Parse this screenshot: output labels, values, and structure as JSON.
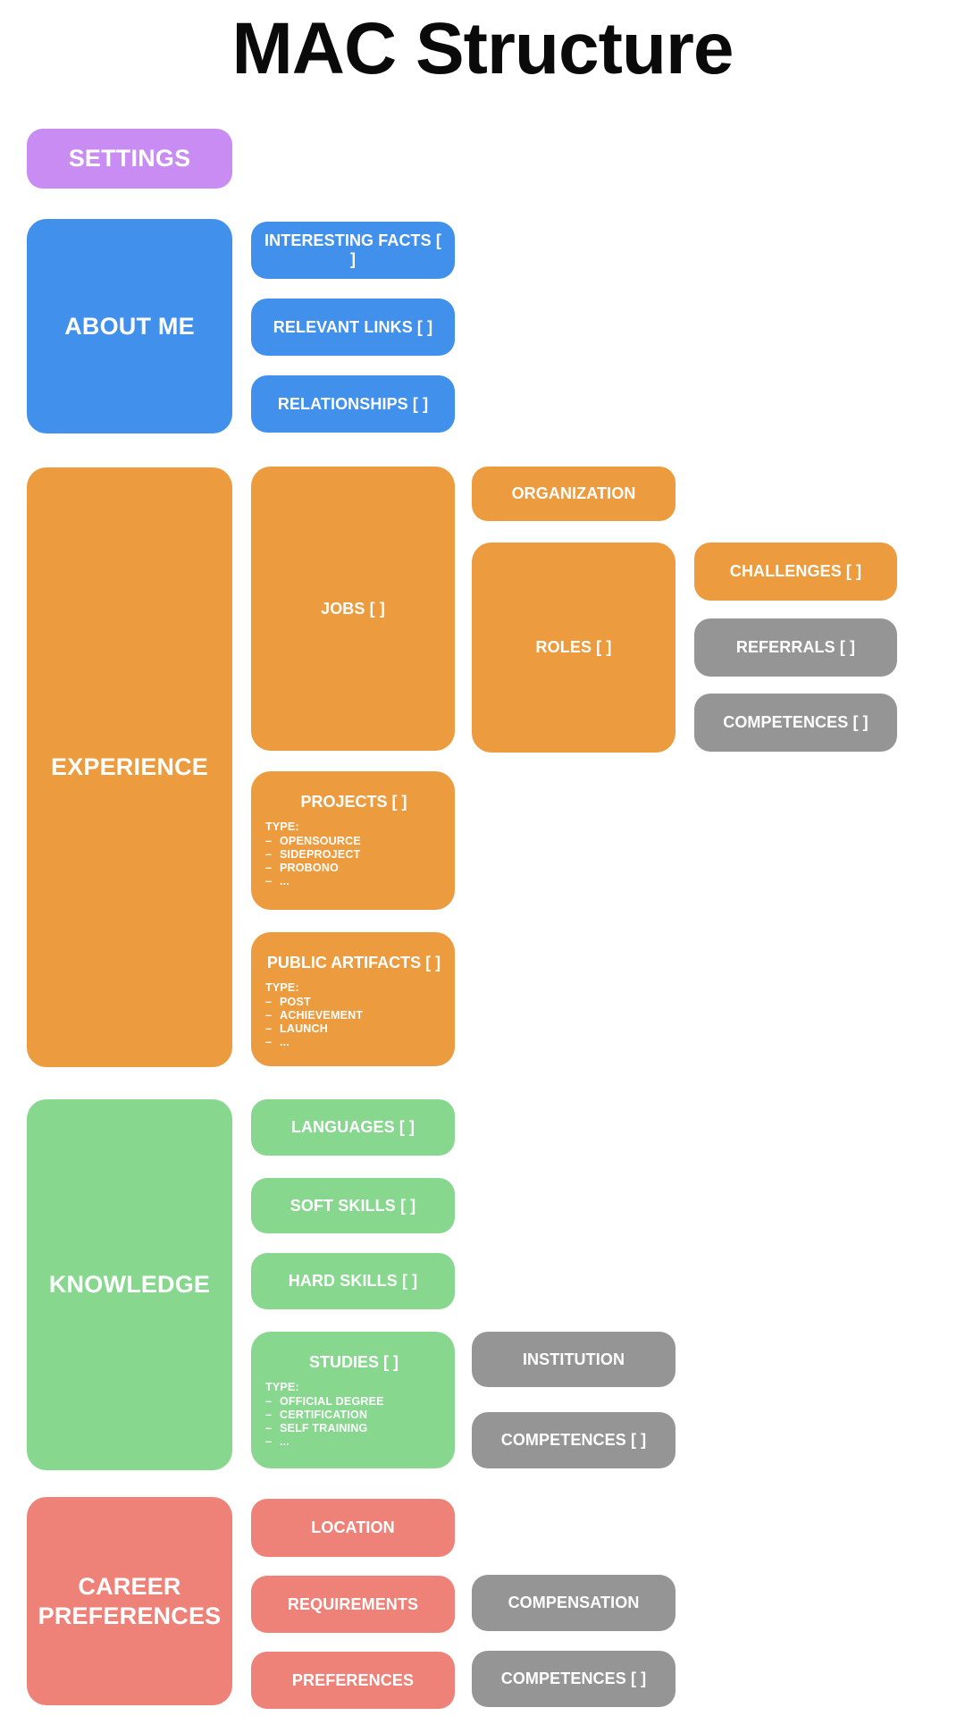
{
  "title": "MAC Structure",
  "ui": {
    "list_dash": "–"
  },
  "colors": {
    "purple": "#C98CF2",
    "blue": "#4190EB",
    "orange": "#EC9B3E",
    "gray": "#959595",
    "green": "#87D78F",
    "salmon": "#EE8278",
    "text": "#FFFFFF",
    "title_text": "#0A0A0A"
  },
  "settings": {
    "label": "SETTINGS"
  },
  "about_me": {
    "label": "ABOUT ME",
    "interesting_facts": "INTERESTING FACTS [ ]",
    "relevant_links": "RELEVANT LINKS [ ]",
    "relationships": "RELATIONSHIPS [ ]"
  },
  "experience": {
    "label": "EXPERIENCE",
    "jobs": "JOBS [ ]",
    "organization": "ORGANIZATION",
    "roles": "ROLES [ ]",
    "challenges": "CHALLENGES [ ]",
    "referrals": "REFERRALS [ ]",
    "competences": "COMPETENCES [ ]",
    "projects": {
      "label": "PROJECTS [ ]",
      "type_heading": "TYPE:",
      "types": [
        "OPENSOURCE",
        "SIDEPROJECT",
        "PROBONO",
        "..."
      ]
    },
    "public_artifacts": {
      "label": "PUBLIC ARTIFACTS [ ]",
      "type_heading": "TYPE:",
      "types": [
        "POST",
        "ACHIEVEMENT",
        "LAUNCH",
        "..."
      ]
    }
  },
  "knowledge": {
    "label": "KNOWLEDGE",
    "languages": "LANGUAGES [ ]",
    "soft_skills": "SOFT SKILLS [ ]",
    "hard_skills": "HARD SKILLS [ ]",
    "studies": {
      "label": "STUDIES [ ]",
      "type_heading": "TYPE:",
      "types": [
        "OFFICIAL DEGREE",
        "CERTIFICATION",
        "SELF TRAINING",
        "..."
      ]
    },
    "institution": "INSTITUTION",
    "competences": "COMPETENCES [ ]"
  },
  "career_preferences": {
    "label": "CAREER PREFERENCES",
    "location": "LOCATION",
    "requirements": "REQUIREMENTS",
    "preferences": "PREFERENCES",
    "compensation": "COMPENSATION",
    "competences": "COMPETENCES [ ]"
  }
}
